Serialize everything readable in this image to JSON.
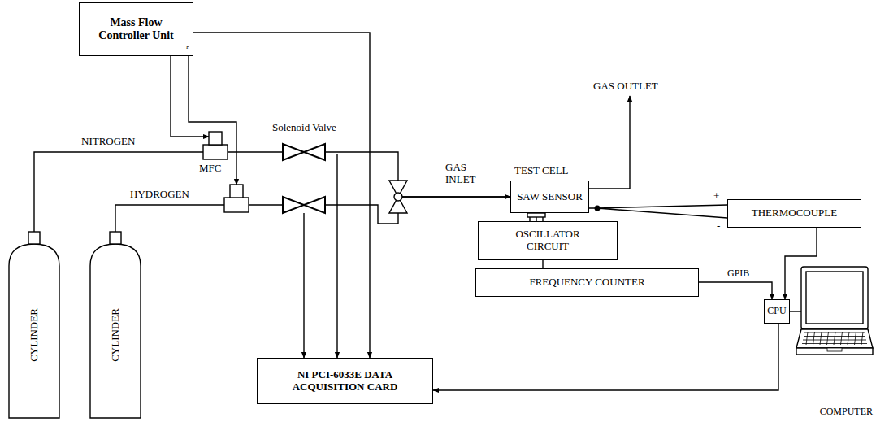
{
  "diagram": {
    "nodes": [
      {
        "text": [
          "Mass Flow Controller Unit"
        ]
      },
      {
        "text": [
          "CYLINDER"
        ]
      },
      {
        "text": [
          "CYLINDER"
        ]
      },
      {
        "text": [
          "TEST CELL",
          "SAW SENSOR"
        ]
      },
      {
        "text": [
          "OSCILLATOR CIRCUIT"
        ]
      },
      {
        "text": [
          "FREQUENCY COUNTER"
        ]
      },
      {
        "text": [
          "THERMOCOUPLE"
        ]
      },
      {
        "text": [
          "CPU"
        ]
      },
      {
        "text": [
          "COMPUTER"
        ]
      },
      {
        "text": [
          "NI PCI-6033E DATA ACQUISITION CARD"
        ]
      }
    ],
    "edges": [
      {
        "from": 0,
        "to": 9,
        "arrow": "to"
      },
      {
        "from": 1,
        "to": 3,
        "arrow": "to"
      },
      {
        "from": 2,
        "to": 3,
        "arrow": "to"
      },
      {
        "from": 3,
        "to": 4,
        "arrow": "none"
      },
      {
        "from": 4,
        "to": 5,
        "arrow": "none"
      },
      {
        "from": 5,
        "to": 7,
        "arrow": "to"
      },
      {
        "from": 6,
        "to": 3,
        "arrow": "none"
      },
      {
        "from": 6,
        "to": 7,
        "arrow": "to"
      },
      {
        "from": 7,
        "to": 9,
        "arrow": "to"
      },
      {
        "from": 7,
        "to": 8,
        "arrow": "none"
      }
    ],
    "labels": [
      "F",
      "NITROGEN",
      "Solenoid Valve",
      "MFC",
      "HYDROGEN",
      "GAS INLET",
      "GAS OUTLET",
      "+",
      "-",
      "GPIB"
    ]
  }
}
